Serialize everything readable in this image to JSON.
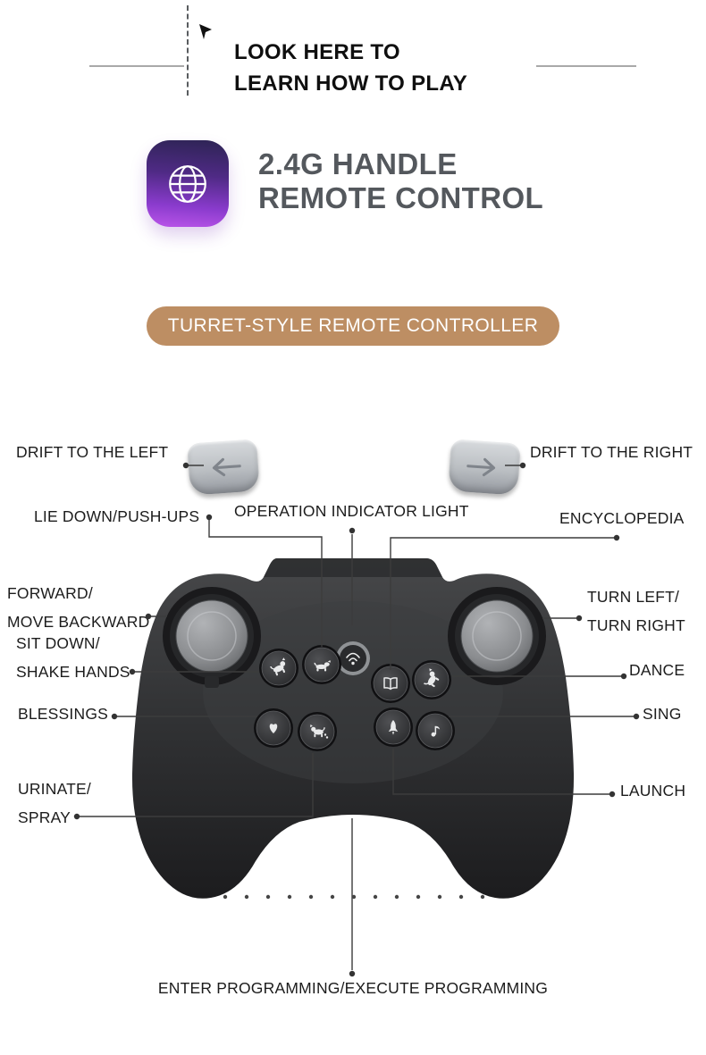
{
  "header": {
    "line1": "LOOK HERE TO",
    "line2": "LEARN HOW TO PLAY"
  },
  "product": {
    "title_line1": "2.4G HANDLE",
    "title_line2": "REMOTE CONTROL"
  },
  "banner": {
    "text": "TURRET-STYLE REMOTE CONTROLLER"
  },
  "callouts": {
    "drift_left": "DRIFT TO THE LEFT",
    "drift_right": "DRIFT TO THE RIGHT",
    "lie_down": "LIE DOWN/PUSH-UPS",
    "operation_indicator": "OPERATION INDICATOR LIGHT",
    "encyclopedia": "ENCYCLOPEDIA",
    "forward_line1": "FORWARD/",
    "forward_line2": "MOVE BACKWARD",
    "turn_line1": "TURN LEFT/",
    "turn_line2": "TURN RIGHT",
    "sit_line1": "SIT DOWN/",
    "sit_line2": "SHAKE HANDS",
    "dance": "DANCE",
    "blessings": "BLESSINGS",
    "sing": "SING",
    "urinate_line1": "URINATE/",
    "urinate_line2": "SPRAY",
    "launch": "LAUNCH",
    "programming": "ENTER PROGRAMMING/EXECUTE PROGRAMMING"
  },
  "icons": {
    "logo": "globe-icon",
    "pointer": "cursor-icon",
    "shoulder_left": "arrow-left-icon",
    "shoulder_right": "arrow-right-icon",
    "center_button": "signal-icon",
    "left_cluster": [
      "sit-dog-icon",
      "lie-dog-icon",
      "heart-icon",
      "pee-dog-icon"
    ],
    "right_cluster": [
      "book-icon",
      "dance-dog-icon",
      "rocket-icon",
      "music-note-icon"
    ]
  },
  "colors": {
    "banner_bg": "#bd8e63",
    "banner_fg": "#ffffff",
    "logo_gradient_top": "#2d2454",
    "logo_gradient_bottom": "#bb55e9",
    "controller_body": "#323335",
    "title_gray": "#54585d",
    "label_text": "#1c1c1c"
  }
}
